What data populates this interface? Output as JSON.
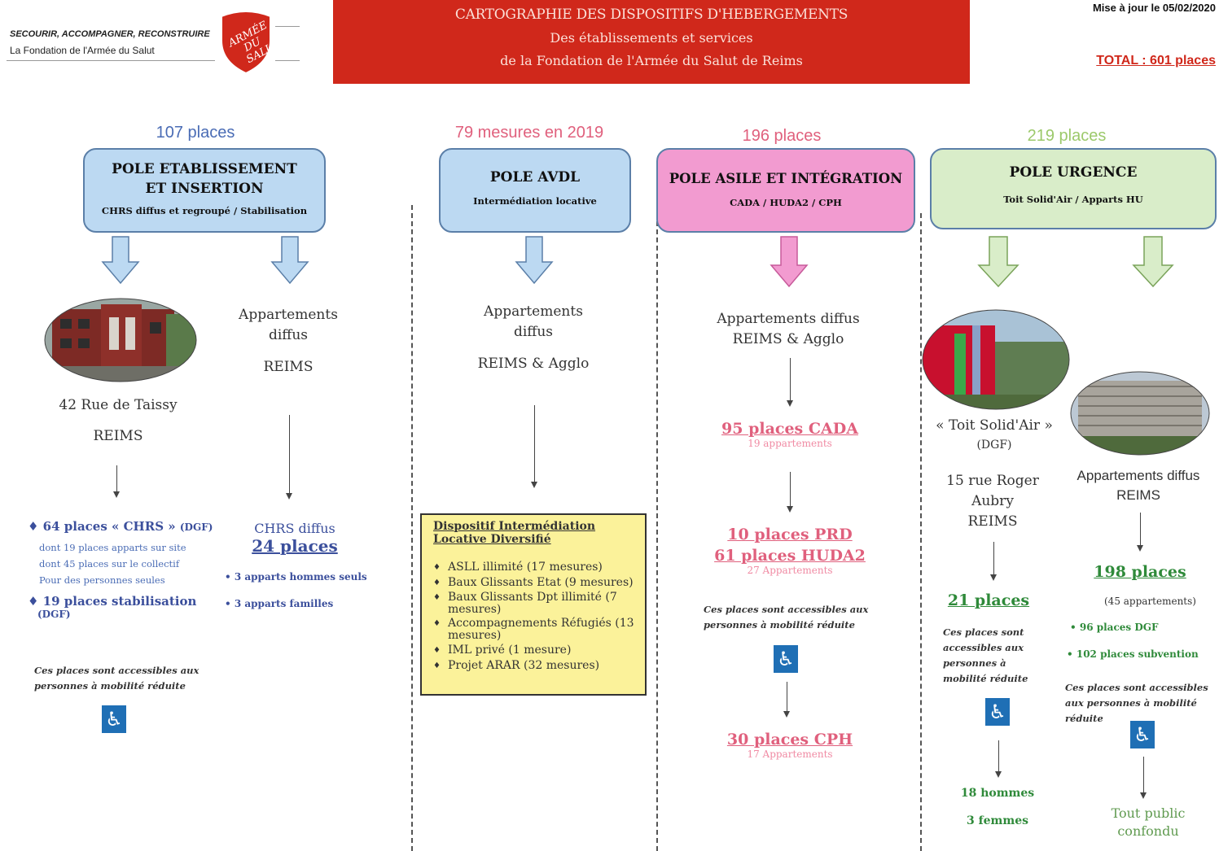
{
  "logo": {
    "line1": "SECOURIR, ACCOMPAGNER, RECONSTRUIRE",
    "line2": "La Fondation de l'Armée du Salut",
    "shield_lines": [
      "ARMÉE",
      "DU",
      "SALUT"
    ]
  },
  "banner": {
    "title": "CARTOGRAPHIE DES DISPOSITIFS D'HEBERGEMENTS",
    "sub1": "Des établissements et services",
    "sub2": "de la Fondation de l'Armée du Salut de Reims"
  },
  "update": "Mise à jour  le 05/02/2020",
  "total": "TOTAL : 601 places",
  "colors": {
    "banner": "#d0281b",
    "insertion": "#bcd9f2",
    "avdl": "#bcd9f2",
    "asile": "#f29bd0",
    "urgence": "#d9edc9",
    "blue_text": "#3b4f9c",
    "pink_text": "#e0607d",
    "green_text": "#2f8a3a",
    "dispositif_box": "#fbf29a"
  },
  "insertion": {
    "count": "107 places",
    "title": "POLE ETABLISSEMENT ET INSERTION",
    "subtitle": "CHRS diffus et regroupé / Stabilisation",
    "site": {
      "address": "42 Rue de Taissy",
      "city": "REIMS"
    },
    "diffus": {
      "line1": "Appartements",
      "line2": "diffus",
      "city": "REIMS"
    },
    "chrs": "64 places « CHRS »",
    "chrs_tag": "(DGF)",
    "chrs_d1": "dont 19 places apparts sur site",
    "chrs_d2": "dont 45 places sur le collectif",
    "chrs_d3": "Pour des personnes seules",
    "stab": "19 places stabilisation",
    "stab_tag": "(DGF)",
    "access": "Ces places sont accessibles aux personnes à mobilité réduite",
    "chrs_diffus_label": "CHRS diffus",
    "chrs_diffus_places": "24 places",
    "diffus_items": [
      "3 apparts hommes seuls",
      "3 apparts familles"
    ]
  },
  "avdl": {
    "count": "79 mesures en 2019",
    "title": "POLE AVDL",
    "subtitle": "Intermédiation locative",
    "diffus": {
      "line1": "Appartements",
      "line2": "diffus",
      "city": "REIMS & Agglo"
    },
    "box_title1": "Dispositif Intermédiation",
    "box_title2": "Locative Diversifié",
    "items": [
      "ASLL illimité (17 mesures)",
      "Baux Glissants Etat  (9 mesures)",
      "Baux Glissants Dpt illimité (7 mesures)",
      "Accompagnements Réfugiés (13 mesures)",
      "IML privé  (1 mesure)",
      "Projet ARAR  (32 mesures)"
    ]
  },
  "asile": {
    "count": "196 places",
    "title": "POLE ASILE ET INTÉGRATION",
    "subtitle": "CADA / HUDA2 / CPH",
    "diffus1": "Appartements diffus",
    "diffus2": "REIMS & Agglo",
    "cada": "95 places CADA",
    "cada_sub": "19 appartements",
    "prd": "10 places PRD",
    "huda": "61 places HUDA2",
    "huda_sub": "27 Appartements",
    "access": "Ces places sont accessibles aux personnes à mobilité réduite",
    "cph": "30 places CPH",
    "cph_sub": "17 Appartements"
  },
  "urgence": {
    "count": "219 places",
    "title": "POLE URGENCE",
    "subtitle": "Toit Solid'Air / Apparts HU",
    "toit_name": "« Toit Solid'Air »",
    "toit_tag": "(DGF)",
    "toit_addr1": "15 rue Roger",
    "toit_addr2": "Aubry",
    "toit_city": "REIMS",
    "toit_places": "21 places",
    "toit_access": "Ces places sont accessibles aux personnes à mobilité réduite",
    "hommes": "18 hommes",
    "femmes": "3 femmes",
    "diffus1": "Appartements diffus",
    "diffus2": "REIMS",
    "diffus_places": "198 places",
    "diffus_apparts": "(45 appartements)",
    "dgf": "96 places DGF",
    "subv": "102 places subvention",
    "diffus_access": "Ces places sont accessibles aux personnes à mobilité réduite",
    "public1": "Tout public",
    "public2": "confondu"
  }
}
